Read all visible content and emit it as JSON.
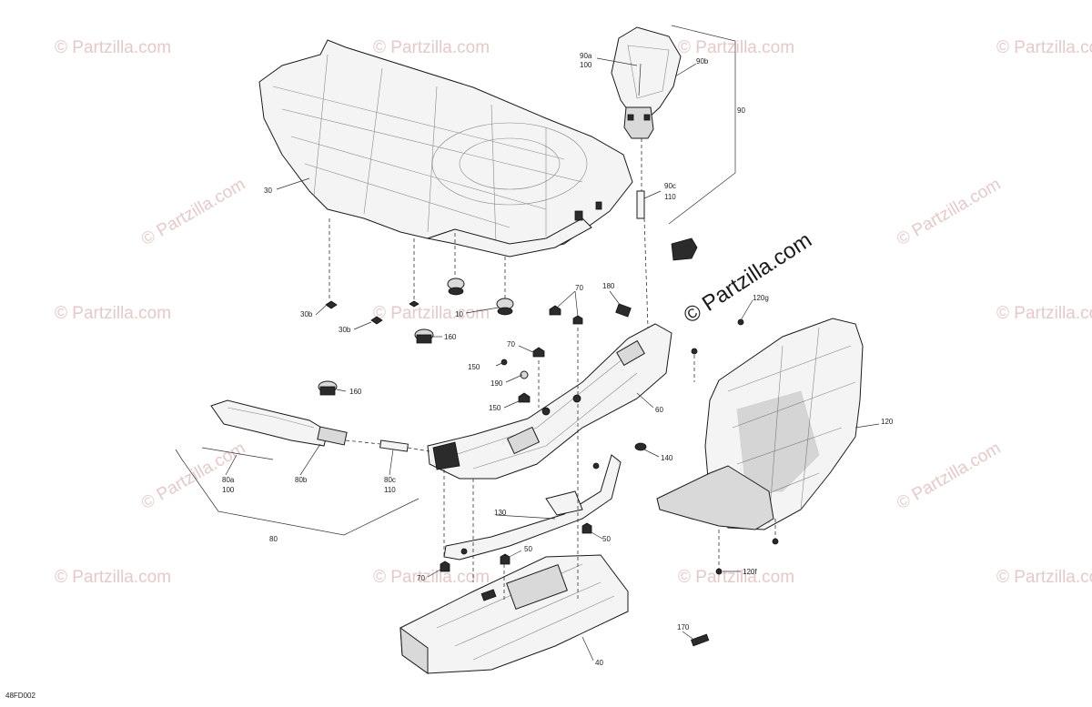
{
  "diagram_code": "48FD002",
  "watermark": {
    "text": "© Partzilla.com",
    "feature_text": "© Partzilla.com"
  },
  "callouts": {
    "c30": "30",
    "c90": "90",
    "c90a": "90a",
    "c90a_qty": "100",
    "c90b": "90b",
    "c90c": "90c",
    "c90c_qty": "110",
    "c30b_1": "30b",
    "c30b_2": "30b",
    "c10": "10",
    "c160_1": "160",
    "c160_2": "160",
    "c70_1": "70",
    "c70_2": "70",
    "c70_3": "70",
    "c180": "180",
    "c150_1": "150",
    "c150_2": "150",
    "c190": "190",
    "c60": "60",
    "c120g": "120g",
    "c120": "120",
    "c120f": "120f",
    "c140": "140",
    "c80": "80",
    "c80a": "80a",
    "c80a_qty": "100",
    "c80b": "80b",
    "c80c": "80c",
    "c80c_qty": "110",
    "c130": "130",
    "c50_1": "50",
    "c50_2": "50",
    "c40": "40",
    "c170": "170"
  }
}
